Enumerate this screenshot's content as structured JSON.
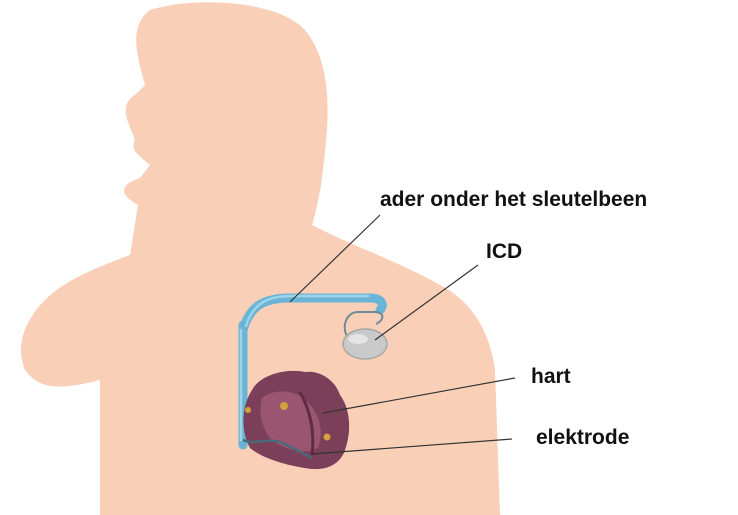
{
  "labels": {
    "vein": "ader onder het sleutelbeen",
    "icd": "ICD",
    "heart": "hart",
    "electrode": "elektrode"
  },
  "colors": {
    "skin": "#f9d0b7",
    "vein": "#6ab4d6",
    "vein_dark": "#3e8fb8",
    "device": "#c9c9c9",
    "heart_outer": "#7b3f5a",
    "heart_inner": "#9a5571",
    "heart_fat": "#d4a13a",
    "leader": "#333333"
  }
}
